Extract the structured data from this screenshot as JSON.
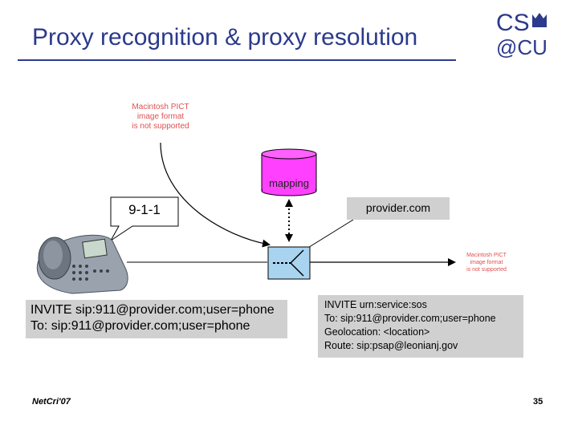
{
  "title": "Proxy recognition & proxy resolution",
  "logo": {
    "line1": "CS",
    "line2": "@CU"
  },
  "unsupported_image_1": [
    "Macintosh PICT",
    "image format",
    "is not supported"
  ],
  "unsupported_image_2": [
    "Macintosh PICT",
    "image format",
    "is not supported"
  ],
  "diagram": {
    "mapping_label": "mapping",
    "dialed_label": "9-1-1",
    "provider_label": "provider.com",
    "invite_out": {
      "line1": "INVITE sip:911@provider.com;user=phone",
      "line2": "To: sip:911@provider.com;user=phone"
    },
    "invite_fwd": {
      "line1": "INVITE urn:service:sos",
      "line2": "To: sip:911@provider.com;user=phone",
      "line3": "Geolocation: <location>",
      "line4": "Route: sip:psap@leonianj.gov"
    }
  },
  "footer": {
    "left": "NetCri'07",
    "page_number": "35"
  },
  "colors": {
    "title": "#2b3a8c",
    "mapping_db": "#ff40ff",
    "proxy_box": "#a8d4f0",
    "gray_box": "#d0d0d0",
    "pict_text": "#e05050"
  }
}
